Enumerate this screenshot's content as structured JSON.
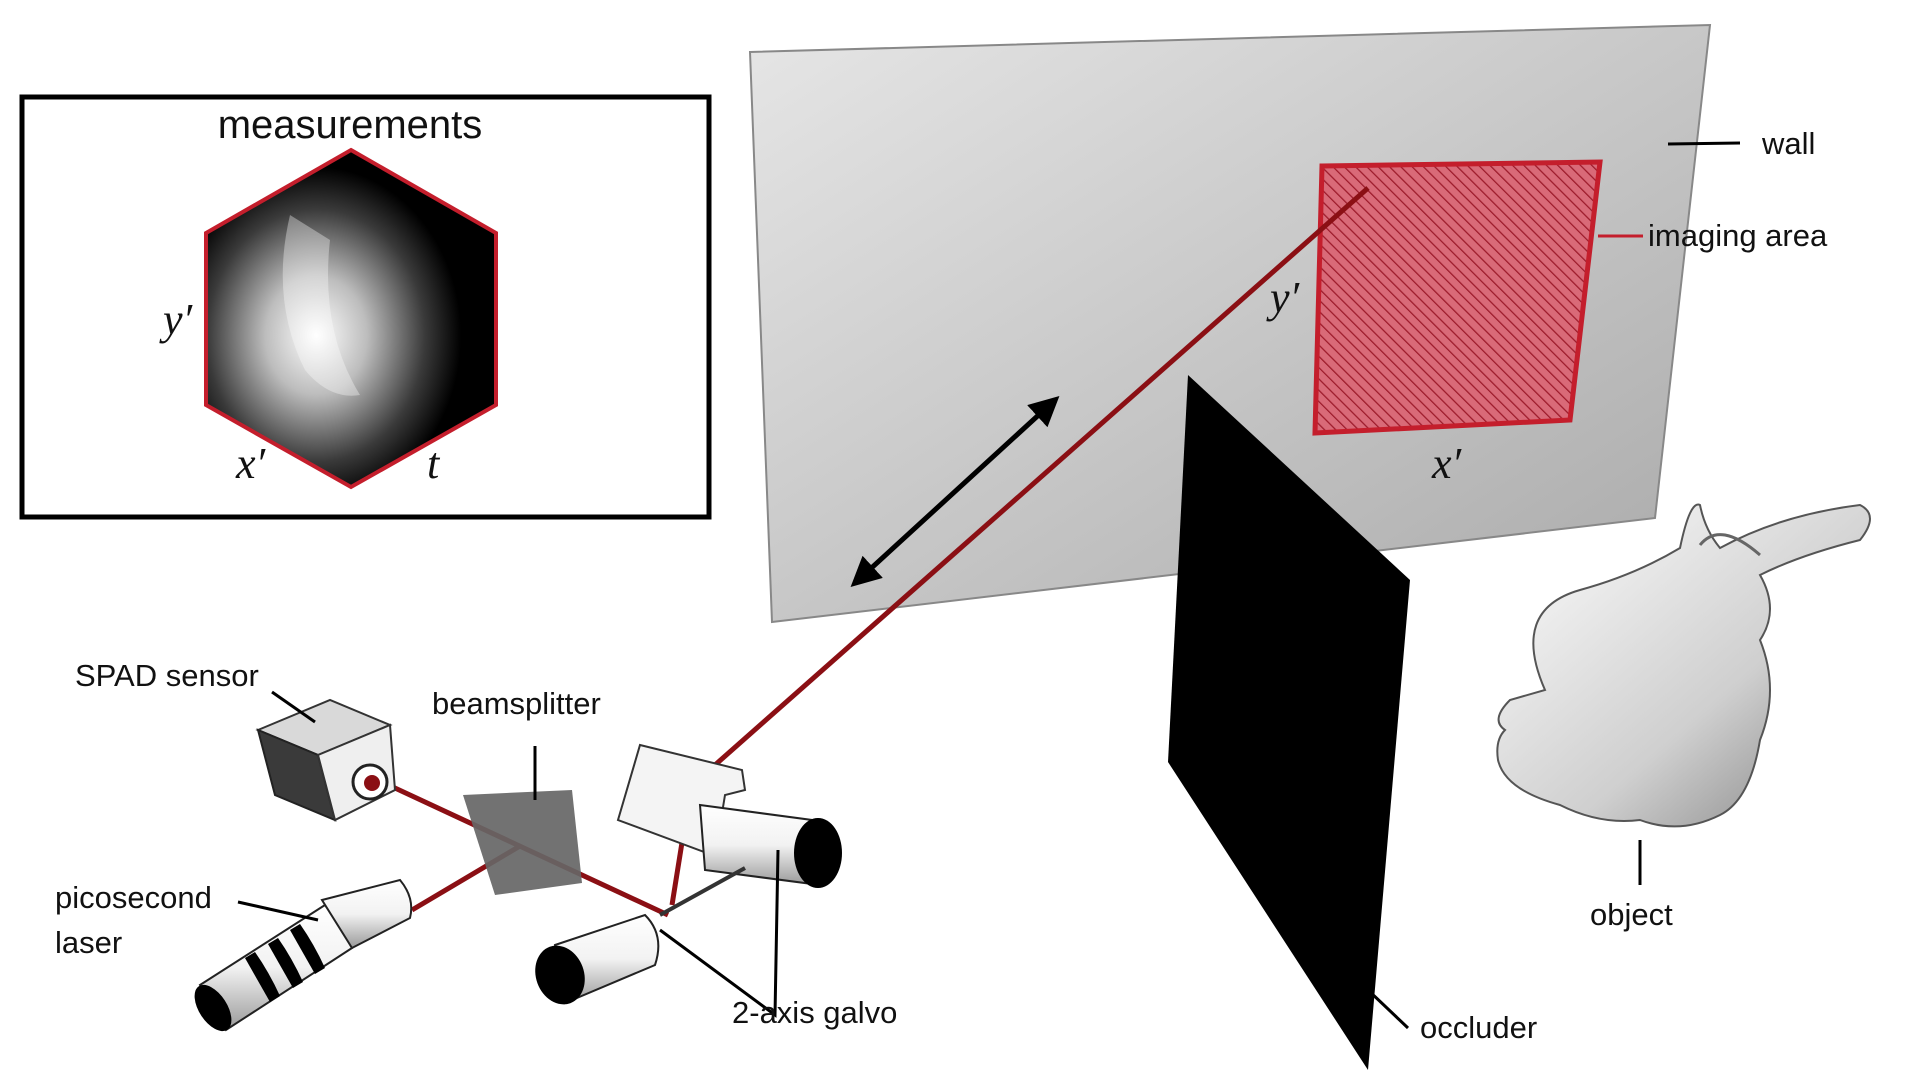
{
  "inset": {
    "title": "measurements",
    "axes": {
      "y": "y′",
      "x": "x′",
      "t": "t"
    }
  },
  "wall": {
    "label": "wall",
    "imaging_area_label": "imaging area",
    "axes": {
      "y": "y′",
      "x": "x′"
    }
  },
  "components": {
    "spad": "SPAD sensor",
    "beamsplitter": "beamsplitter",
    "laser_line1": "picosecond",
    "laser_line2": "laser",
    "galvo": "2-axis galvo",
    "occluder": "occluder",
    "object": "object"
  },
  "colors": {
    "laser_beam": "#8b0f14",
    "imaging_area": "#c41e2c",
    "wall_light": "#e6e6e6",
    "wall_dark": "#a9a9a9",
    "occluder": "#000000"
  }
}
